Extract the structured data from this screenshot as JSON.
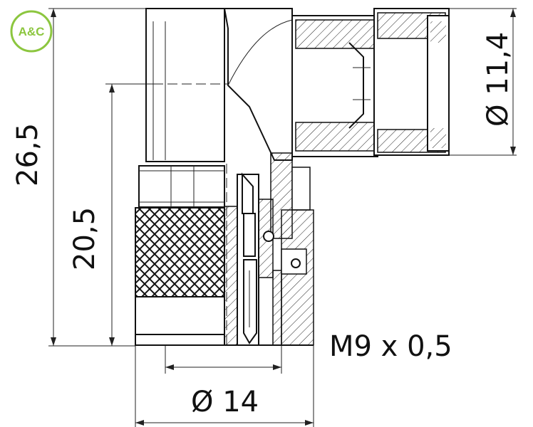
{
  "logo": {
    "text": "A&C",
    "color": "#8cc63f"
  },
  "dimensions": {
    "overall_height": "26,5",
    "body_height": "20,5",
    "outlet_diameter": "Ø 11,4",
    "thread": "M9 x 0,5",
    "nut_diameter": "Ø 14"
  },
  "colors": {
    "line": "#111111",
    "background": "#ffffff"
  }
}
